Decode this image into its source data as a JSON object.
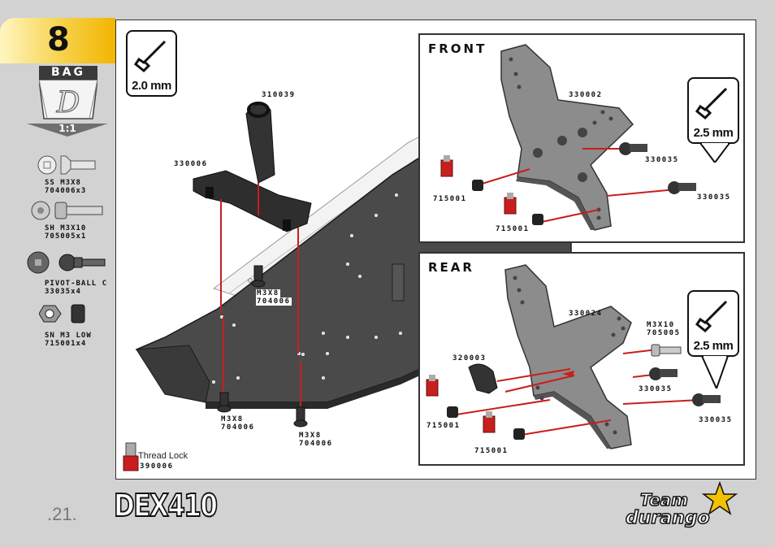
{
  "step": {
    "number": "8"
  },
  "bag": {
    "label": "BAG",
    "letter": "D"
  },
  "scale": "1:1",
  "parts": [
    {
      "name": "SS M3X8",
      "code": "704006x3",
      "icon": "flat-head-screw-icon"
    },
    {
      "name": "SH M3X10",
      "code": "705005x1",
      "icon": "button-head-screw-icon"
    },
    {
      "name": "PIVOT-BALL C",
      "code": "33035x4",
      "icon": "pivot-ball-icon"
    },
    {
      "name": "SN M3 LOW",
      "code": "715001x4",
      "icon": "lock-nut-icon"
    }
  ],
  "main": {
    "wrench_size": "2.0 mm",
    "labels": {
      "l310039": "310039",
      "l330006": "330006",
      "m3x8_a": "M3X8",
      "c704006_a": "704006",
      "m3x8_b": "M3X8",
      "c704006_b": "704006",
      "m3x8_c": "M3X8",
      "c704006_c": "704006"
    },
    "threadlock": {
      "label": "Thread Lock",
      "code": "390006"
    }
  },
  "front": {
    "title": "FRONT",
    "wrench_size": "2.5 mm",
    "labels": {
      "l330002": "330002",
      "l330035_a": "330035",
      "l330035_b": "330035",
      "l715001_a": "715001",
      "l715001_b": "715001"
    }
  },
  "rear": {
    "title": "REAR",
    "wrench_size": "2.5 mm",
    "labels": {
      "l330024": "330024",
      "m3x10": "M3X10",
      "c705005": "705005",
      "l320003": "320003",
      "l330035_a": "330035",
      "l330035_b": "330035",
      "l715001_a": "715001",
      "l715001_b": "715001"
    }
  },
  "footer": {
    "page_number": ".21.",
    "model": "DEX410",
    "brand_line1": "Team",
    "brand_line2": "durango"
  },
  "colors": {
    "accent": "#f2b500",
    "screw_red": "#c81e1e",
    "frame": "#333333"
  }
}
